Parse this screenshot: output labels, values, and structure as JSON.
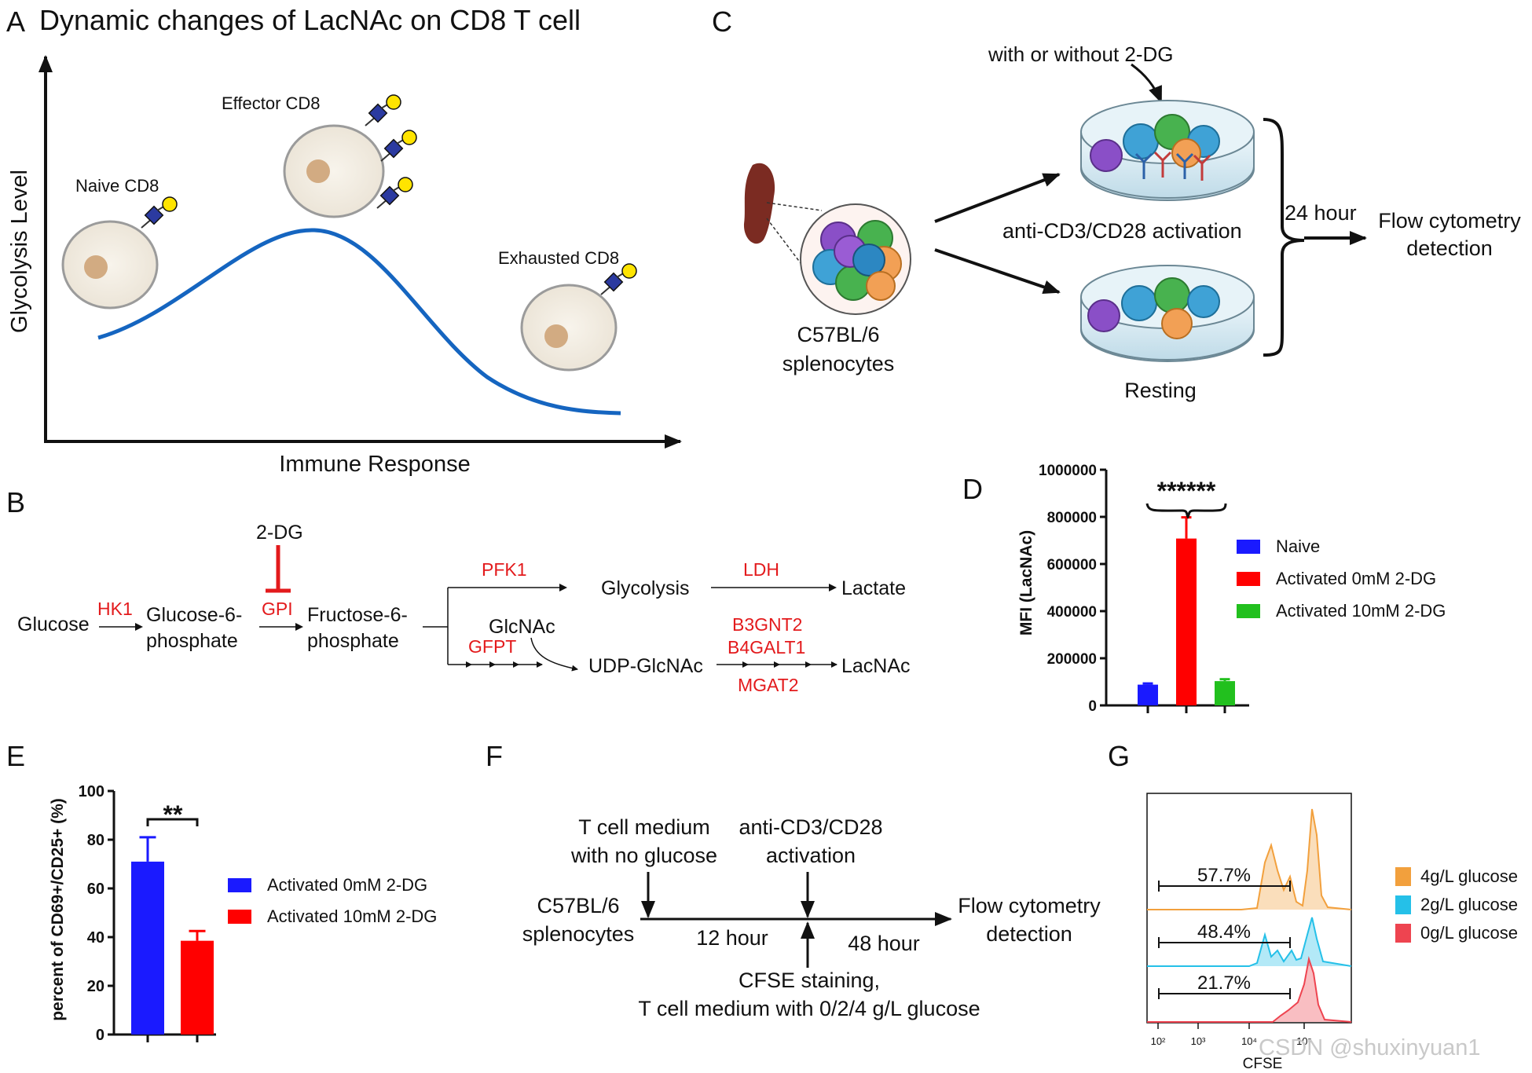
{
  "panels": {
    "A": {
      "letter": "A",
      "title": "Dynamic changes of LacNAc on CD8 T cell",
      "ylabel": "Glycolysis Level",
      "xlabel": "Immune Response",
      "cells": {
        "naive": "Naive CD8",
        "effector": "Effector CD8",
        "exhausted": "Exhausted CD8"
      }
    },
    "B": {
      "letter": "B",
      "inhibitor": "2-DG",
      "metabolites": {
        "glucose": "Glucose",
        "g6p_1": "Glucose-6-",
        "g6p_2": "phosphate",
        "f6p_1": "Fructose-6-",
        "f6p_2": "phosphate",
        "glycolysis": "Glycolysis",
        "lactate": "Lactate",
        "glcnac": "GlcNAc",
        "udp": "UDP-GlcNAc",
        "lacnac": "LacNAc"
      },
      "enzymes": {
        "hk1": "HK1",
        "gpi": "GPI",
        "pfk1": "PFK1",
        "ldh": "LDH",
        "gfpt": "GFPT",
        "b3gnt2": "B3GNT2",
        "b4galt1": "B4GALT1",
        "mgat2": "MGAT2"
      },
      "colors": {
        "enzyme": "#e31a1c"
      }
    },
    "C": {
      "letter": "C",
      "treatment": "with or without 2-DG",
      "source_1": "C57BL/6",
      "source_2": "splenocytes",
      "activation": "anti-CD3/CD28 activation",
      "resting": "Resting",
      "time": "24 hour",
      "readout_1": "Flow cytometry",
      "readout_2": "detection"
    },
    "D": {
      "letter": "D",
      "significance": "******",
      "chart_data": {
        "type": "bar",
        "ylabel": "MFI (LacNAc)",
        "ylim": [
          0,
          1000000
        ],
        "yticks": [
          0,
          200000,
          400000,
          600000,
          800000,
          1000000
        ],
        "ytick_labels": [
          "0",
          "200000",
          "400000",
          "600000",
          "800000",
          "1000000"
        ],
        "categories": [
          "Naive",
          "Activated 0mM 2-DG",
          "Activated 10mM 2-DG"
        ],
        "values": [
          88000,
          708000,
          103000
        ],
        "errors": [
          5000,
          90000,
          8000
        ],
        "colors": [
          "#1a1aff",
          "#ff0000",
          "#22c01e"
        ],
        "legend_position": "right"
      }
    },
    "E": {
      "letter": "E",
      "significance": "**",
      "chart_data": {
        "type": "bar",
        "ylabel": "percent of CD69+/CD25+ (%)",
        "ylim": [
          0,
          100
        ],
        "yticks": [
          0,
          20,
          40,
          60,
          80,
          100
        ],
        "ytick_labels": [
          "0",
          "20",
          "40",
          "60",
          "80",
          "100"
        ],
        "categories": [
          "Activated 0mM 2-DG",
          "Activated 10mM 2-DG"
        ],
        "values": [
          71,
          38.5
        ],
        "errors": [
          10,
          4
        ],
        "colors": [
          "#1a1aff",
          "#ff0000"
        ],
        "legend_position": "right"
      }
    },
    "F": {
      "letter": "F",
      "medium_1": "T cell medium",
      "medium_2": "with no glucose",
      "activation_1": "anti-CD3/CD28",
      "activation_2": "activation",
      "source_1": "C57BL/6",
      "source_2": "splenocytes",
      "time_1": "12 hour",
      "time_2": "48 hour",
      "readout_1": "Flow cytometry",
      "readout_2": "detection",
      "staining_1": "CFSE staining,",
      "staining_2": "T cell medium with 0/2/4 g/L glucose"
    },
    "G": {
      "letter": "G",
      "chart_data": {
        "type": "area",
        "xlabel": "CFSE",
        "xscale": "log",
        "xtick_labels": [
          "10²",
          "10³",
          "10⁴",
          "10⁵"
        ],
        "series": [
          {
            "name": "4g/L glucose",
            "color": "#f2a03d",
            "gate_percent": "57.7%"
          },
          {
            "name": "2g/L glucose",
            "color": "#25c0e8",
            "gate_percent": "48.4%"
          },
          {
            "name": "0g/L glucose",
            "color": "#ee4450",
            "gate_percent": "21.7%"
          }
        ],
        "legend_position": "right"
      }
    }
  },
  "watermark": "CSDN @shuxinyuan1"
}
